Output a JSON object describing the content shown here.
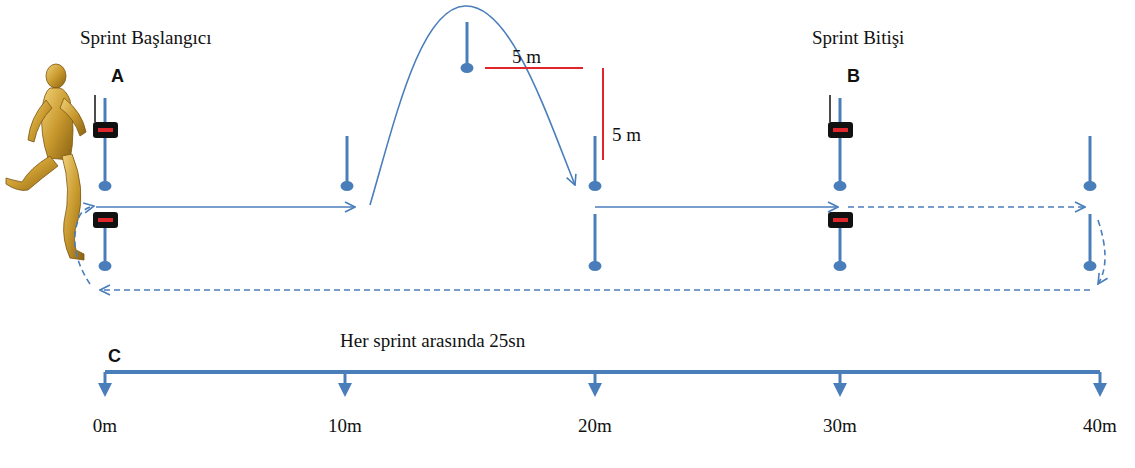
{
  "diagram": {
    "labels": [
      "Sprint Başlangıcı",
      "A",
      "5 m",
      "5 m",
      "Sprint Bitişi",
      "B",
      "Her sprint arasında 25sn",
      "C",
      "0m",
      "10m",
      "20m",
      "30m",
      "40m"
    ]
  }
}
